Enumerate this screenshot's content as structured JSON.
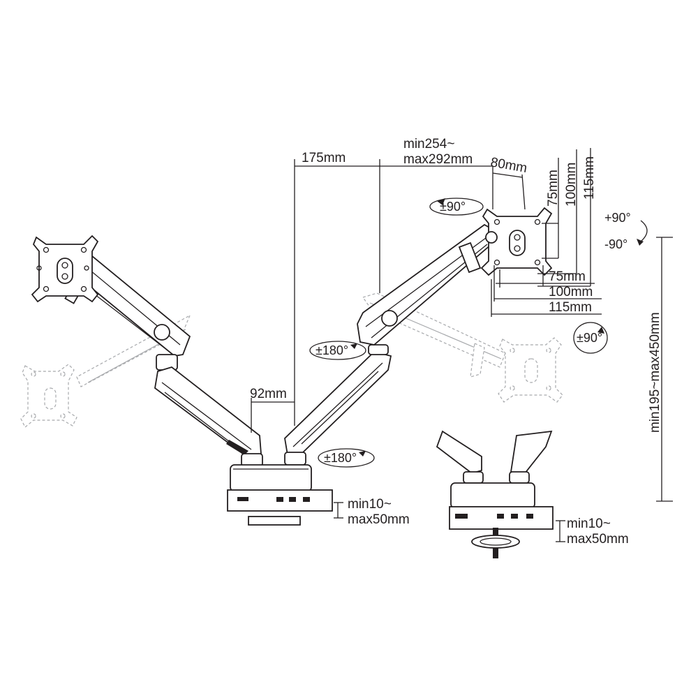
{
  "colors": {
    "line": "#231f20",
    "ghost": "#a7a9ac",
    "background": "#ffffff"
  },
  "dimensions": {
    "arm_offset": "175mm",
    "arm_length_1": "min254~",
    "arm_length_2": "max292mm",
    "vesa_top": "80mm",
    "vesa_v_75": "75mm",
    "vesa_v_100": "100mm",
    "vesa_v_115": "115mm",
    "vesa_h_75": "75mm",
    "vesa_h_100": "100mm",
    "vesa_h_115": "115mm",
    "pole_gap": "92mm",
    "height_range": "min195~max450mm",
    "clamp_range_1": "min10~",
    "clamp_range_2": "max50mm",
    "grommet_range_1": "min10~",
    "grommet_range_2": "max50mm"
  },
  "rotations": {
    "tilt_pos": "+90°",
    "tilt_neg": "-90°",
    "swivel_top": "±90°",
    "rotate_right": "±90°",
    "swivel_elbow": "±180°",
    "swivel_base": "±180°"
  }
}
